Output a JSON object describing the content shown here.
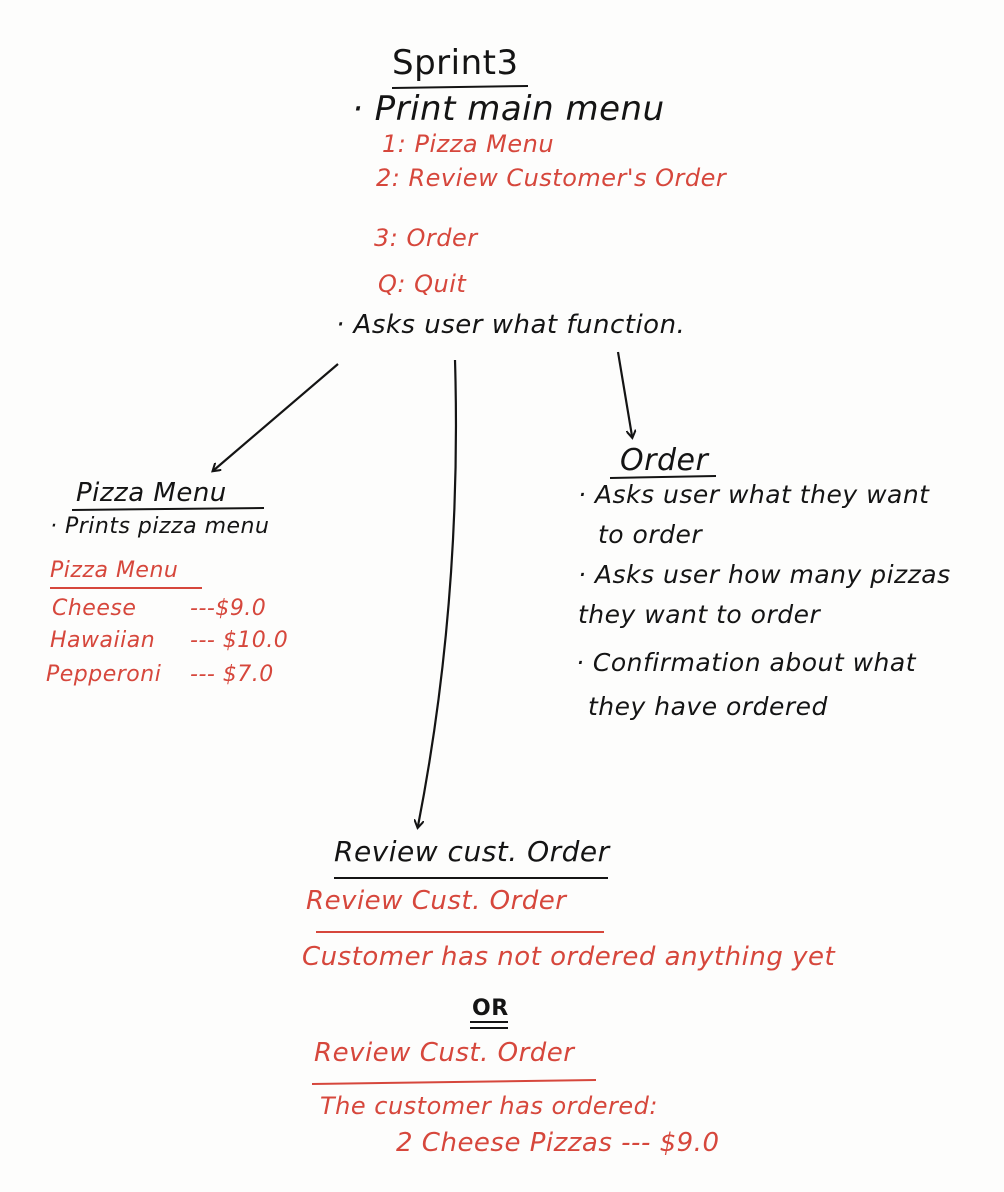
{
  "title": "Sprint3",
  "main_menu": {
    "heading": "· Print main menu",
    "items": [
      "1: Pizza Menu",
      "2: Review Customer's Order",
      "3: Order",
      "Q: Quit"
    ],
    "asks": "· Asks user what function."
  },
  "pizza_menu": {
    "heading": "Pizza Menu",
    "bullet": "· Prints pizza menu",
    "sub_heading": "Pizza Menu",
    "items": [
      {
        "name": "Cheese",
        "price": "---$9.0"
      },
      {
        "name": "Hawaiian",
        "price": "--- $10.0"
      },
      {
        "name": "Pepperoni",
        "price": "--- $7.0"
      }
    ]
  },
  "order": {
    "heading": "Order",
    "lines": [
      "· Asks user what they want",
      "to order",
      "· Asks user how many pizzas",
      "they want to order",
      "· Confirmation about what",
      "they have ordered"
    ]
  },
  "review": {
    "heading": "Review cust. Order",
    "sub_heading_1": "Review Cust. Order",
    "message_1": "Customer has not ordered anything yet",
    "or": "OR",
    "sub_heading_2": "Review Cust. Order",
    "message_2": "The customer has ordered:",
    "item": "2 Cheese Pizzas --- $9.0"
  },
  "colors": {
    "ink": "#141414",
    "red_ink": "#d6473c"
  }
}
